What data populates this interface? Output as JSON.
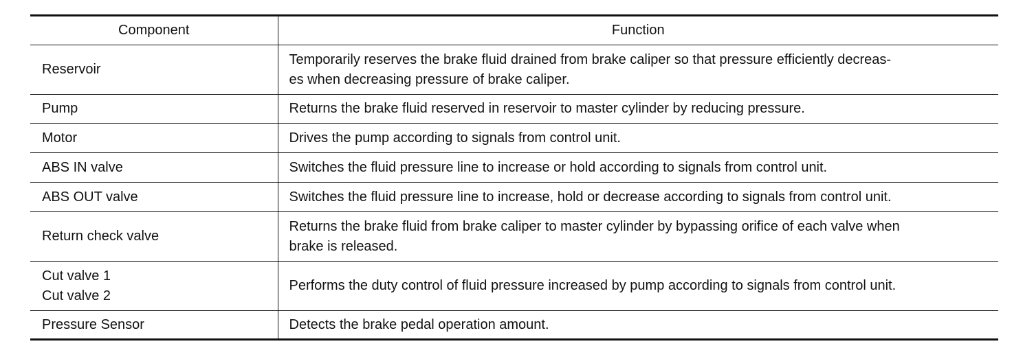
{
  "table": {
    "headers": {
      "component": "Component",
      "function": "Function"
    },
    "rows": [
      {
        "component": [
          "Reservoir"
        ],
        "function": [
          "Temporarily reserves the brake fluid drained from brake caliper so that pressure efficiently decreas-",
          "es when decreasing pressure of brake caliper."
        ]
      },
      {
        "component": [
          "Pump"
        ],
        "function": [
          "Returns the brake fluid reserved in reservoir to master cylinder by reducing pressure."
        ]
      },
      {
        "component": [
          "Motor"
        ],
        "function": [
          "Drives the pump according to signals from control unit."
        ]
      },
      {
        "component": [
          "ABS IN valve"
        ],
        "function": [
          "Switches the fluid pressure line to increase or hold according to signals from control unit."
        ]
      },
      {
        "component": [
          "ABS OUT valve"
        ],
        "function": [
          "Switches the fluid pressure line to increase, hold or decrease according to signals from control unit."
        ]
      },
      {
        "component": [
          "Return check valve"
        ],
        "function": [
          "Returns the brake fluid from brake caliper to master cylinder by bypassing orifice of each valve when",
          "brake is released."
        ]
      },
      {
        "component": [
          "Cut valve 1",
          "Cut valve 2"
        ],
        "function": [
          "Performs the duty control of fluid pressure increased by pump according to signals from control unit."
        ]
      },
      {
        "component": [
          "Pressure Sensor"
        ],
        "function": [
          "Detects the brake pedal operation amount."
        ]
      }
    ]
  }
}
